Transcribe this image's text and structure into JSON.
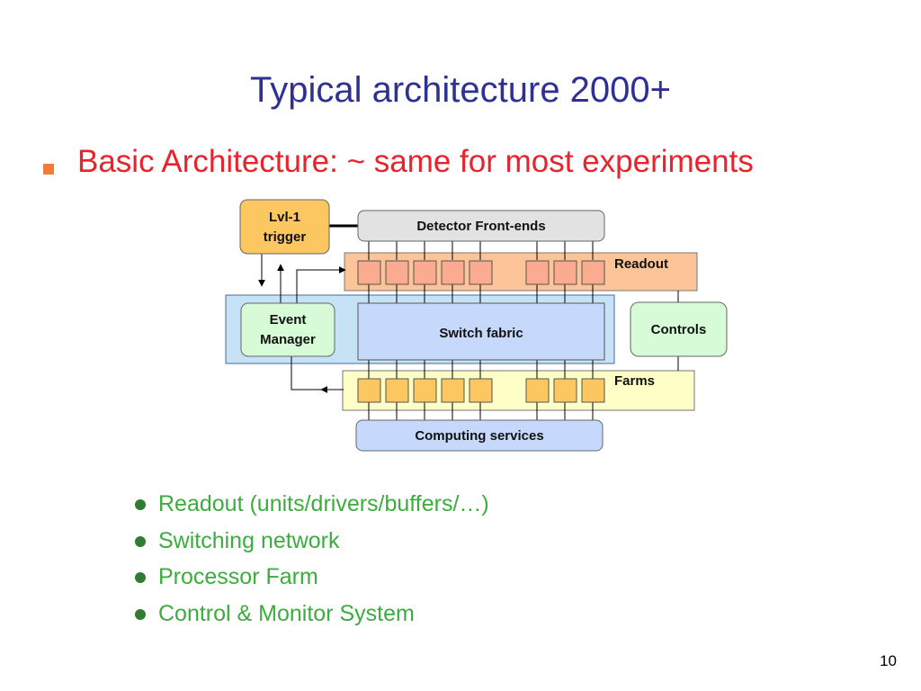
{
  "slide": {
    "title": "Typical architecture 2000+",
    "bullet": "Basic Architecture: ~ same for most experiments",
    "page_number": "10"
  },
  "diagram": {
    "lvl1_trigger": [
      "Lvl-1",
      "trigger"
    ],
    "detector_front_ends": "Detector Front-ends",
    "readout": "Readout",
    "event_manager": [
      "Event",
      "Manager"
    ],
    "switch_fabric": "Switch fabric",
    "controls": "Controls",
    "farms": "Farms",
    "computing_services": "Computing services"
  },
  "sub_bullets": [
    "Readout (units/drivers/buffers/…)",
    "Switching network",
    "Processor Farm",
    "Control & Monitor System"
  ],
  "colors": {
    "title": "#2e3192",
    "bullet_text": "#e8232b",
    "bullet_marker": "#f07c3c",
    "sub_bullet_text": "#3dac3f",
    "trigger_fill": "#fcc760",
    "readout_band": "#fcc497",
    "readout_unit": "#fbab90",
    "farm_band": "#feffc6",
    "farm_unit": "#fcc760",
    "switch_region": "#c5e2f6",
    "switch_fabric": "#c6d8fc",
    "green_box": "#d7fbd6",
    "frontend_fill": "#e2e2e2"
  }
}
